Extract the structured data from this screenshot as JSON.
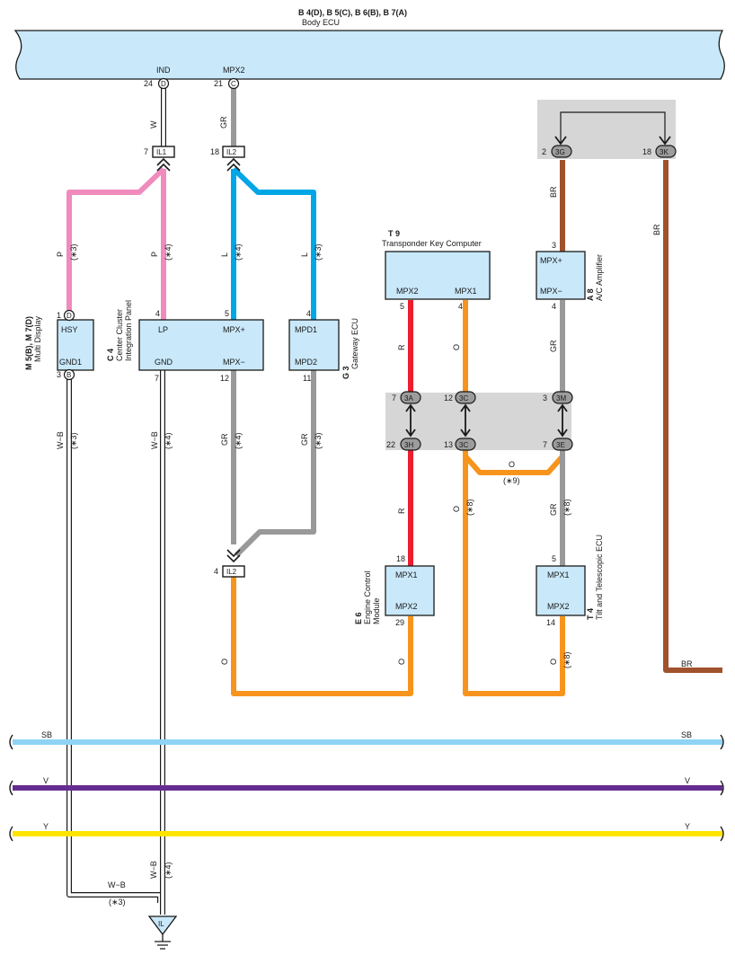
{
  "body_ecu": {
    "codes": "B 4(D), B 5(C), B 6(B), B 7(A)",
    "name": "Body ECU",
    "pin_ind": "IND",
    "pin_mpx2": "MPX2",
    "pin_ind_no": "24",
    "pin_ind_letter": "D",
    "pin_mpx2_no": "21",
    "pin_mpx2_letter": "C"
  },
  "multi_display": {
    "code": "M 5(B), M 7(D)",
    "name": "Multi Display",
    "pin_hsy": "HSY",
    "pin_gnd1": "GND1",
    "pin_top_no": "1",
    "pin_top_letter": "D",
    "pin_bottom_no": "3",
    "pin_bottom_letter": "B"
  },
  "center_cluster": {
    "code": "C 4",
    "name_line1": "Center Cluster",
    "name_line2": "Integration Panel",
    "pin_lp": "LP",
    "pin_mpx_plus": "MPX+",
    "pin_gnd": "GND",
    "pin_mpx_minus": "MPX−",
    "no_lp": "4",
    "no_mpx_plus": "5",
    "no_gnd": "7",
    "no_mpx_minus": "12"
  },
  "gateway_ecu": {
    "code": "G 3",
    "name": "Gateway ECU",
    "pin_mpd1": "MPD1",
    "pin_mpd2": "MPD2",
    "no_mpd1": "4",
    "no_mpd2": "11"
  },
  "transponder": {
    "code": "T 9",
    "name": "Transponder Key Computer",
    "pin_mpx2": "MPX2",
    "pin_mpx1": "MPX1",
    "no_mpx2": "5",
    "no_mpx1": "4"
  },
  "ac_amplifier": {
    "code": "A 8",
    "name": "A/C Amplifier",
    "pin_mpx_plus": "MPX+",
    "pin_mpx_minus": "MPX−",
    "no_plus": "3",
    "no_minus": "4"
  },
  "engine_control": {
    "code": "E 6",
    "name_line1": "Engine Control",
    "name_line2": "Module",
    "pin_mpx1": "MPX1",
    "pin_mpx2": "MPX2",
    "no_mpx1": "18",
    "no_mpx2": "29"
  },
  "tilt_ecu": {
    "code": "T 4",
    "name": "Tilt and Telescopic ECU",
    "pin_mpx1": "MPX1",
    "pin_mpx2": "MPX2",
    "no_mpx1": "5",
    "no_mpx2": "14"
  },
  "connectors": {
    "il1": "IL1",
    "il1_no": "7",
    "il2_top": "IL2",
    "il2_top_no": "18",
    "il2_bottom": "IL2",
    "il2_bottom_no": "4",
    "jc_3g": "3G",
    "jc_3g_no": "2",
    "jc_3k": "3K",
    "jc_3k_no": "18",
    "jc_3a": "3A",
    "jc_3a_no": "7",
    "jc_3c_top": "3C",
    "jc_3c_top_no": "12",
    "jc_3m": "3M",
    "jc_3m_no": "3",
    "jc_3h": "3H",
    "jc_3h_no": "22",
    "jc_3c_bottom": "3C",
    "jc_3c_bottom_no": "13",
    "jc_3e": "3E",
    "jc_3e_no": "7",
    "ground": "IL"
  },
  "wire_labels": {
    "w": "W",
    "gr": "GR",
    "p": "P",
    "l": "L",
    "r": "R",
    "o": "O",
    "br": "BR",
    "wb": "W−B",
    "sb": "SB",
    "v": "V",
    "y": "Y"
  },
  "notes": {
    "n3": "(∗3)",
    "n4": "(∗4)",
    "n8": "(∗8)",
    "n9": "(∗9)"
  },
  "colors": {
    "ecu_fill": "#c9e8fa",
    "pink": "#f08bbd",
    "blue": "#00a6e6",
    "gray": "#999999",
    "red": "#ee1c2e",
    "orange": "#f7941d",
    "brown": "#a0522d",
    "sky": "#8fd3f5",
    "violet": "#662d91",
    "yellow": "#ffe400",
    "junction": "#d6d6d6"
  }
}
